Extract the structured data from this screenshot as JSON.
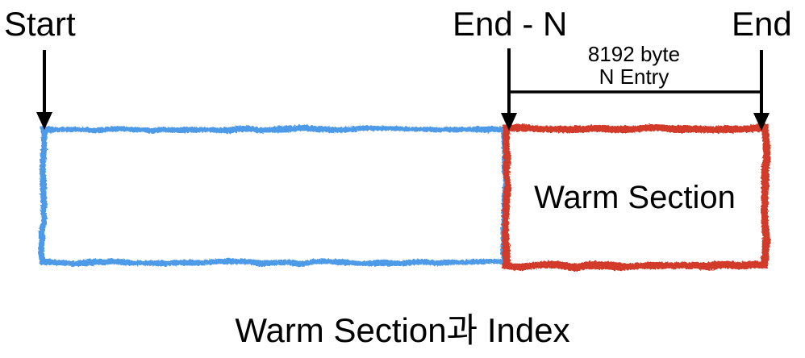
{
  "diagram": {
    "labels": {
      "start": "Start",
      "end_minus_n": "End - N",
      "end": "End"
    },
    "annotation": {
      "byte_size": "8192 byte",
      "entry_count": "N Entry"
    },
    "warm_section_label": "Warm Section",
    "caption": "Warm Section과 Index",
    "colors": {
      "index_box": "#4E9AE8",
      "warm_box": "#D23B2A",
      "arrow": "#000000"
    }
  }
}
